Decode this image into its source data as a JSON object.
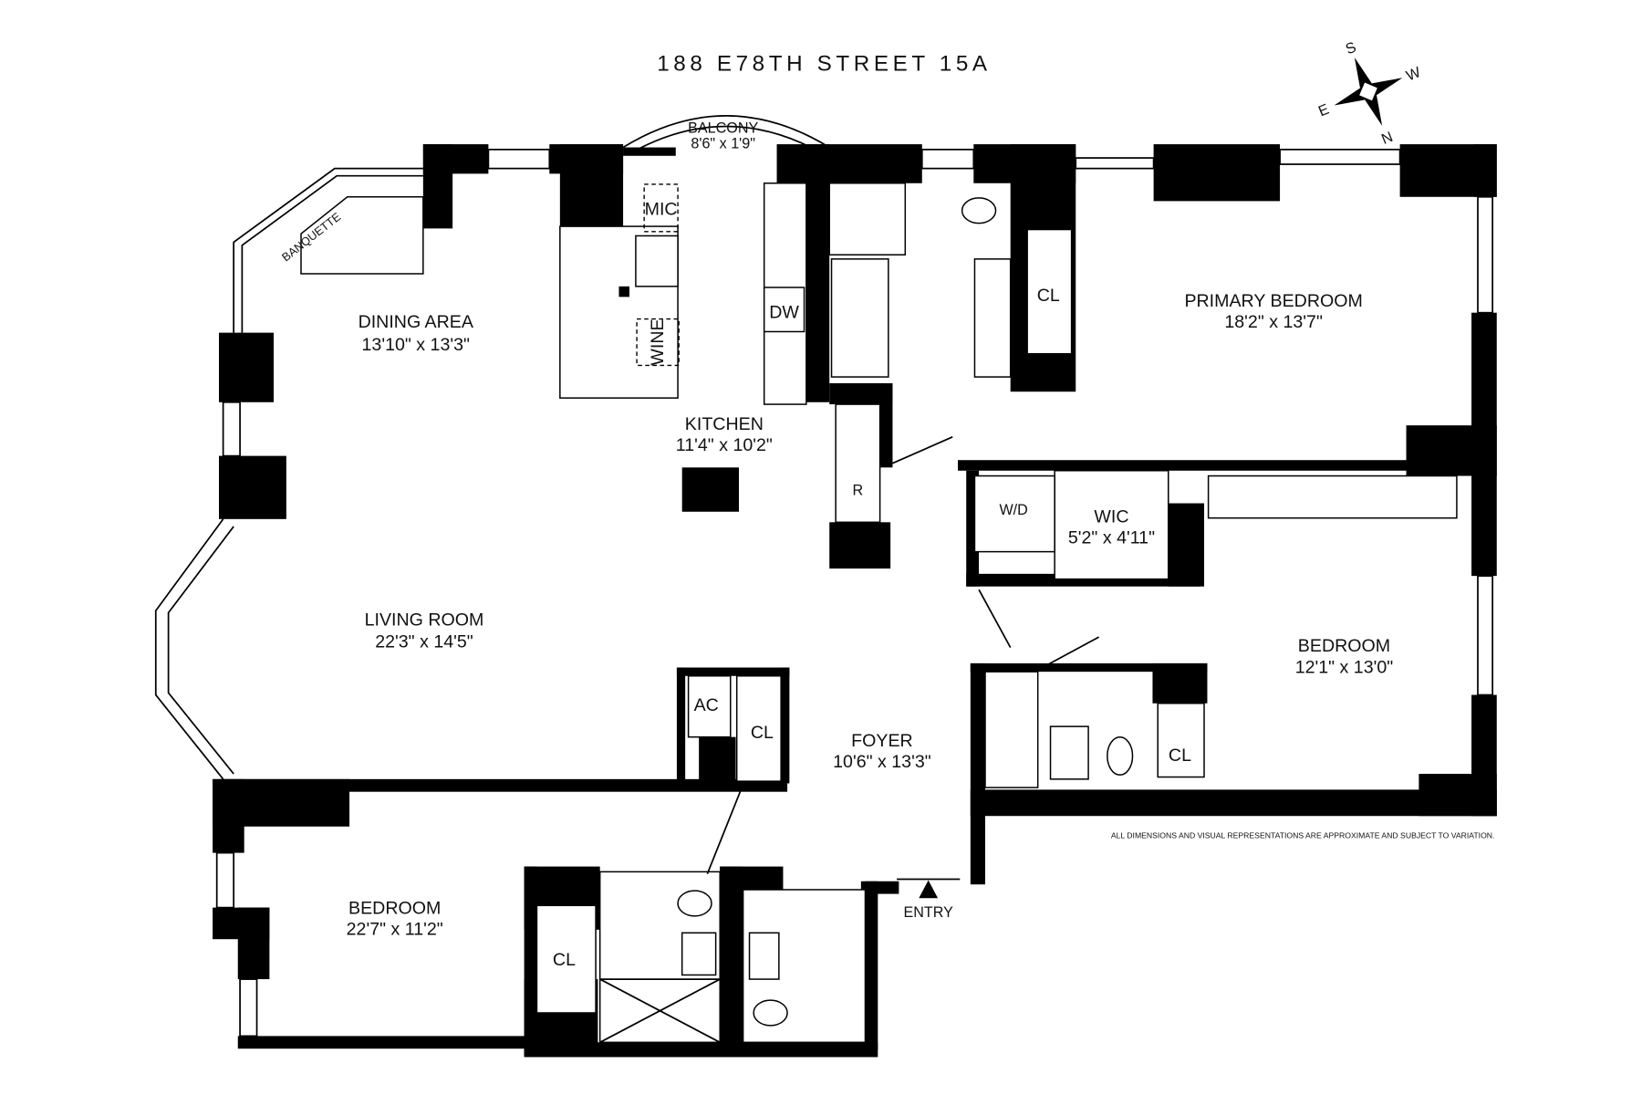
{
  "title": "188 E78TH STREET 15A",
  "compass": {
    "s": "S",
    "w": "W",
    "e": "E",
    "n": "N"
  },
  "rooms": {
    "balcony": {
      "name": "BALCONY",
      "dims": "8'6\" x 1'9\""
    },
    "dining": {
      "name": "DINING AREA",
      "dims": "13'10\" x 13'3\""
    },
    "kitchen": {
      "name": "KITCHEN",
      "dims": "11'4\" x 10'2\""
    },
    "primary_bedroom": {
      "name": "PRIMARY BEDROOM",
      "dims": "18'2\" x 13'7\""
    },
    "wic": {
      "name": "WIC",
      "dims": "5'2\" x 4'11\""
    },
    "living": {
      "name": "LIVING ROOM",
      "dims": "22'3\" x 14'5\""
    },
    "bedroom2": {
      "name": "BEDROOM",
      "dims": "12'1\" x 13'0\""
    },
    "foyer": {
      "name": "FOYER",
      "dims": "10'6\" x 13'3\""
    },
    "bedroom3": {
      "name": "BEDROOM",
      "dims": "22'7\" x 11'2\""
    }
  },
  "fixtures": {
    "banquette": "BANQUETTE",
    "mic": "MIC",
    "wine": "WINE",
    "dw": "DW",
    "r": "R",
    "wd": "W/D",
    "ac": "AC",
    "cl_primary": "CL",
    "cl_hall": "CL",
    "cl_bedroom2": "CL",
    "cl_bedroom3": "CL"
  },
  "entry": "ENTRY",
  "disclaimer": "ALL DIMENSIONS AND VISUAL REPRESENTATIONS ARE APPROXIMATE AND SUBJECT TO VARIATION."
}
